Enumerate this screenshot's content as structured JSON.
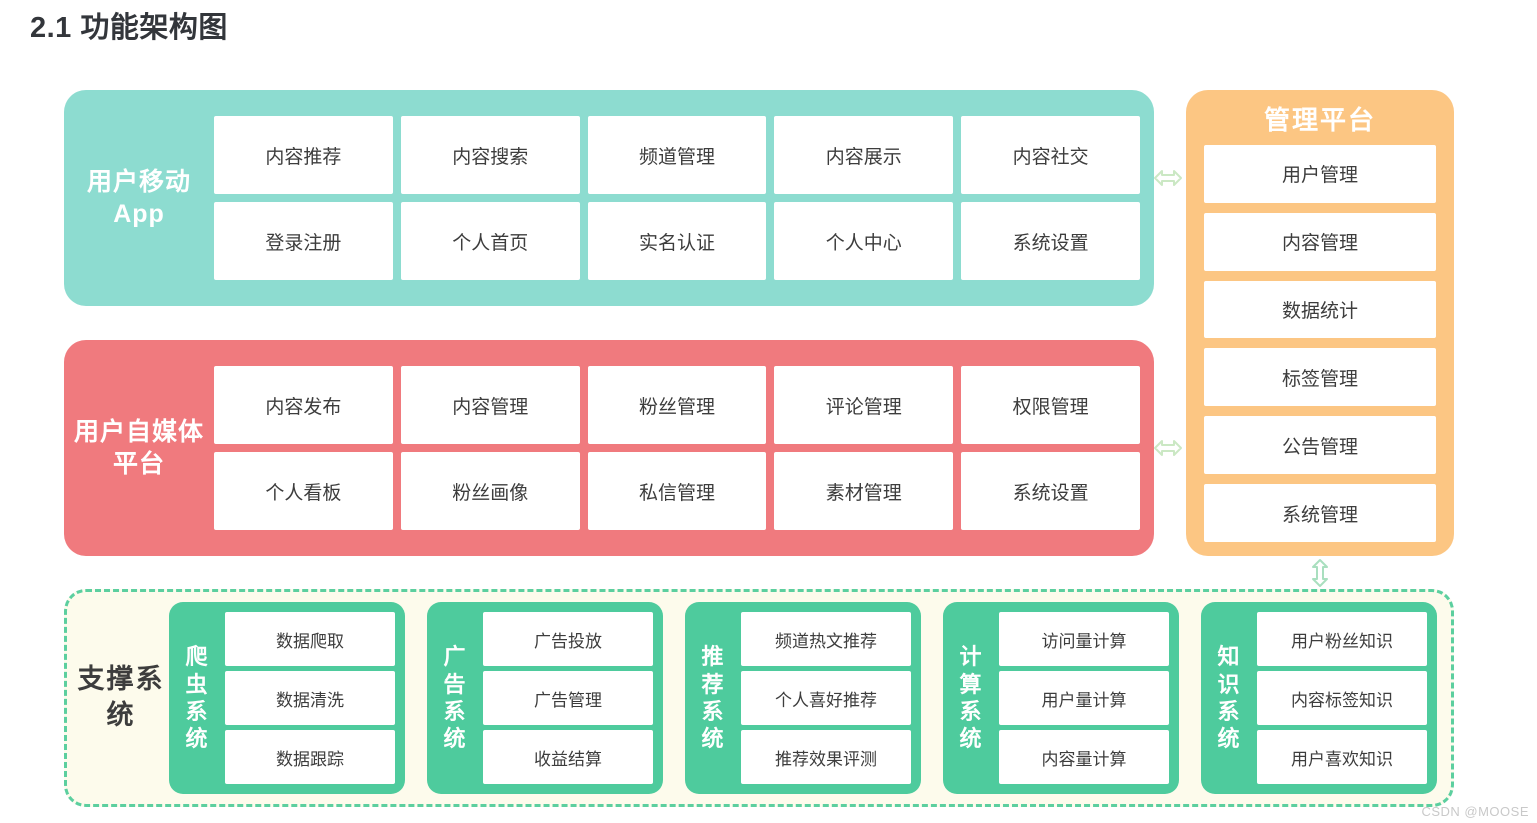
{
  "title": "2.1 功能架构图",
  "colors": {
    "app_band": "#8ddcd0",
    "media_band": "#f07a7e",
    "admin_panel": "#fcc683",
    "support_bg": "#fdfbec",
    "support_border": "#5ccf9f",
    "sub_system": "#4ecb9d",
    "connector": "#cbe8c4",
    "title_text": "#33363b",
    "cell_text": "#3d3d3d"
  },
  "app_band": {
    "label": "用户移动App",
    "cells": [
      "内容推荐",
      "内容搜索",
      "频道管理",
      "内容展示",
      "内容社交",
      "登录注册",
      "个人首页",
      "实名认证",
      "个人中心",
      "系统设置"
    ]
  },
  "media_band": {
    "label": "用户自媒体平台",
    "cells": [
      "内容发布",
      "内容管理",
      "粉丝管理",
      "评论管理",
      "权限管理",
      "个人看板",
      "粉丝画像",
      "私信管理",
      "素材管理",
      "系统设置"
    ]
  },
  "admin_panel": {
    "title": "管理平台",
    "items": [
      "用户管理",
      "内容管理",
      "数据统计",
      "标签管理",
      "公告管理",
      "系统管理"
    ]
  },
  "support": {
    "label": "支撑系统",
    "groups": [
      {
        "label": "爬虫系统",
        "items": [
          "数据爬取",
          "数据清洗",
          "数据跟踪"
        ]
      },
      {
        "label": "广告系统",
        "items": [
          "广告投放",
          "广告管理",
          "收益结算"
        ]
      },
      {
        "label": "推荐系统",
        "items": [
          "频道热文推荐",
          "个人喜好推荐",
          "推荐效果评测"
        ]
      },
      {
        "label": "计算系统",
        "items": [
          "访问量计算",
          "用户量计算",
          "内容量计算"
        ]
      },
      {
        "label": "知识系统",
        "items": [
          "用户粉丝知识",
          "内容标签知识",
          "用户喜欢知识"
        ]
      }
    ]
  },
  "connectors": {
    "app_to_admin": "双向箭头",
    "media_to_admin": "双向箭头",
    "admin_to_support": "双向箭头"
  },
  "watermark": "CSDN @MOOSE"
}
